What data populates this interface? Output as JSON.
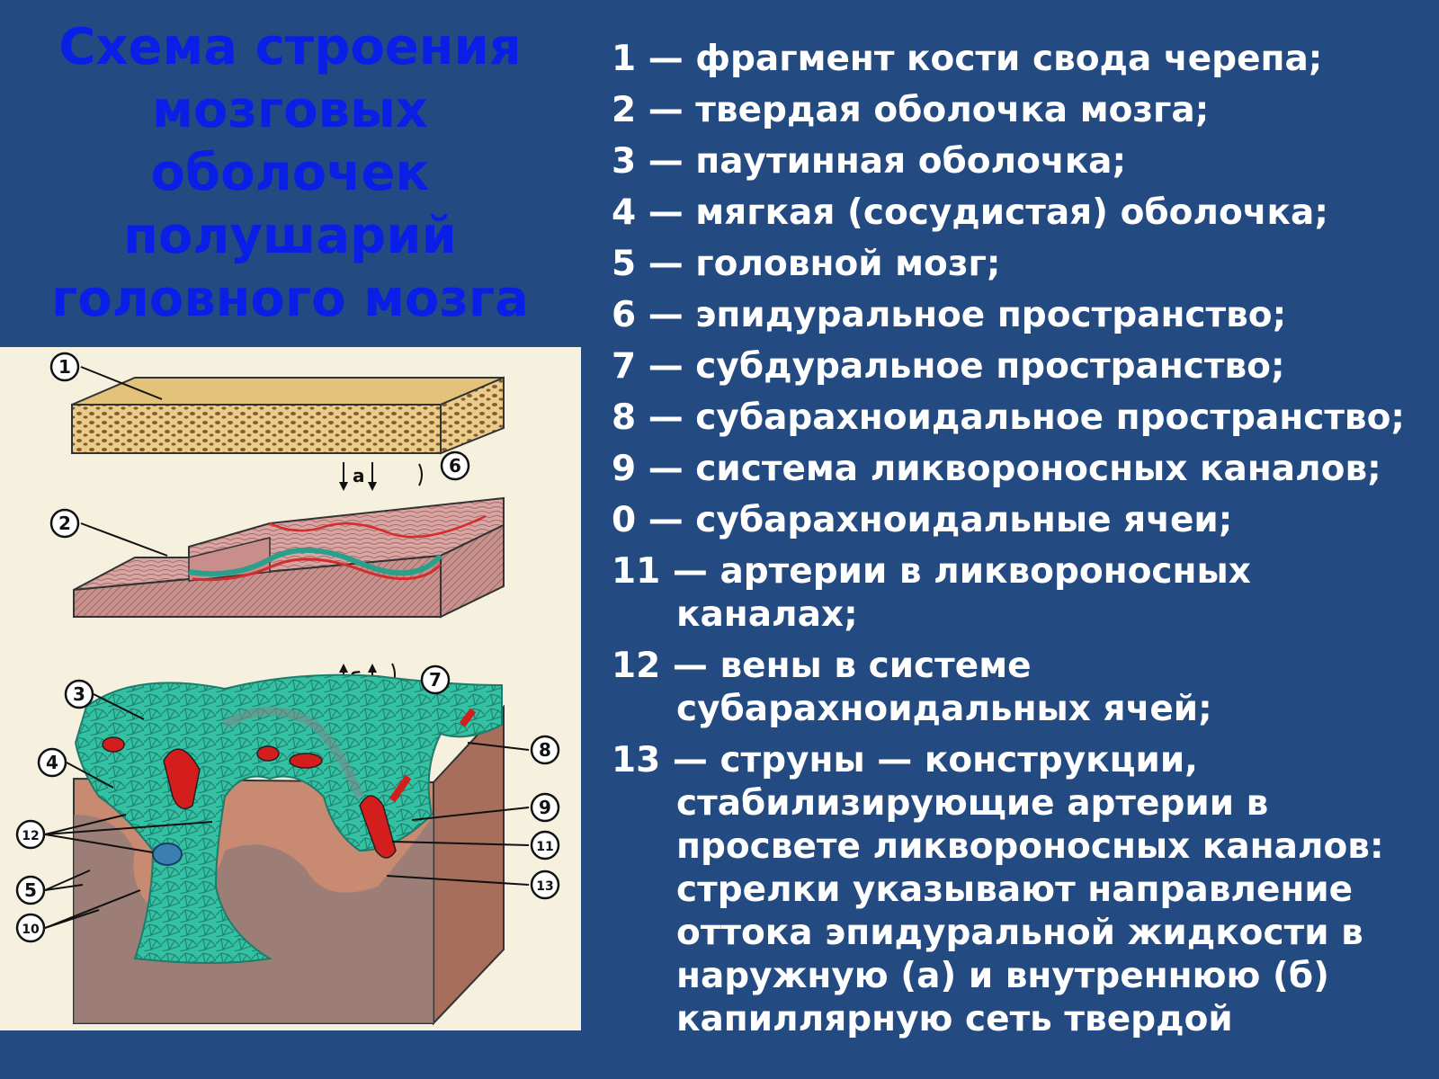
{
  "title": "Схема строения мозговых оболочек полушарий головного мозга",
  "legend": [
    {
      "num": "1",
      "text": "фрагмент кости свода черепа;"
    },
    {
      "num": "2",
      "text": "твердая оболочка мозга;"
    },
    {
      "num": "3",
      "text": "паутинная оболочка;"
    },
    {
      "num": "4",
      "text": "мягкая (сосудистая) оболочка;"
    },
    {
      "num": "5",
      "text": "головной мозг;"
    },
    {
      "num": "6",
      "text": "эпидуральное пространство;"
    },
    {
      "num": "7",
      "text": "субдуральное пространство;"
    },
    {
      "num": "8",
      "text": "субарахноидальное пространство;"
    },
    {
      "num": "9",
      "text": "система ликвороносных каналов;"
    },
    {
      "num": "0",
      "text": "субарахноидальные ячеи;"
    },
    {
      "num": "11",
      "text": "артерии в ликвороносных каналах;"
    },
    {
      "num": "12",
      "text": "вены в системе субарахноидальных ячей;"
    },
    {
      "num": "13",
      "text": "струны — конструкции, стабилизирующие артерии в просвете ликвороносных каналов: стрелки указывают направление оттока эпидуральной жидкости в наружную (а) и внутреннюю (б) капиллярную сеть твердой"
    }
  ],
  "diagram": {
    "labels": [
      "1",
      "2",
      "3",
      "4",
      "5",
      "6",
      "7",
      "8",
      "9",
      "10",
      "11",
      "12",
      "13"
    ],
    "arrow_a": "а",
    "arrow_b": "б"
  },
  "colors": {
    "background": "#244a82",
    "title": "#0a1fe6",
    "legend_text": "#ffffff",
    "bone": "#e4c988",
    "dura": "#cc9a9a",
    "arachnoid": "#2fb89e",
    "brain": "#c98a6a",
    "vessel": "#d41e1e"
  }
}
